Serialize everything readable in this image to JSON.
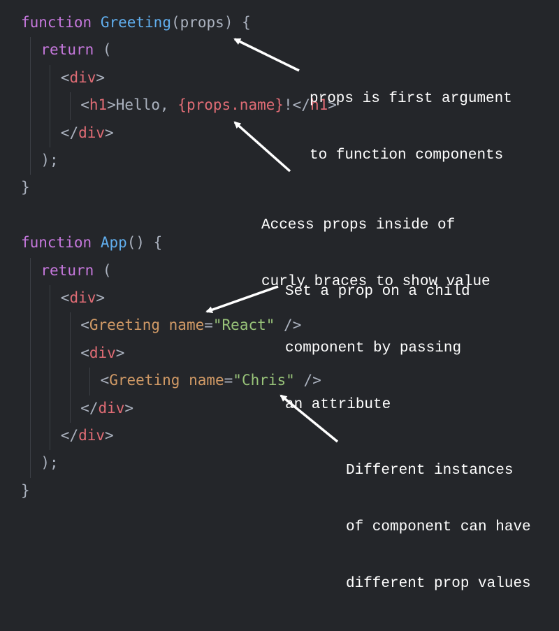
{
  "colors": {
    "background": "#24262a",
    "plain": "#abb2bf",
    "keyword": "#c678dd",
    "function_name": "#61afef",
    "tag": "#e06c75",
    "attribute": "#d19a66",
    "string": "#98c379",
    "annotation": "#ffffff",
    "indent_guide": "#3c3f45"
  },
  "code": [
    {
      "indent": 0,
      "tokens": [
        {
          "t": "function",
          "k": "keyword"
        },
        {
          "t": " ",
          "k": "plain"
        },
        {
          "t": "Greeting",
          "k": "function_name"
        },
        {
          "t": "(props) {",
          "k": "plain"
        }
      ]
    },
    {
      "indent": 1,
      "tokens": [
        {
          "t": "return",
          "k": "keyword"
        },
        {
          "t": " (",
          "k": "plain"
        }
      ]
    },
    {
      "indent": 2,
      "tokens": [
        {
          "t": "<",
          "k": "plain"
        },
        {
          "t": "div",
          "k": "tag"
        },
        {
          "t": ">",
          "k": "plain"
        }
      ]
    },
    {
      "indent": 3,
      "tokens": [
        {
          "t": "<",
          "k": "plain"
        },
        {
          "t": "h1",
          "k": "tag"
        },
        {
          "t": ">Hello, ",
          "k": "plain"
        },
        {
          "t": "{props.name}",
          "k": "tag"
        },
        {
          "t": "!</",
          "k": "plain"
        },
        {
          "t": "h1",
          "k": "tag"
        },
        {
          "t": ">",
          "k": "plain"
        }
      ]
    },
    {
      "indent": 2,
      "tokens": [
        {
          "t": "</",
          "k": "plain"
        },
        {
          "t": "div",
          "k": "tag"
        },
        {
          "t": ">",
          "k": "plain"
        }
      ]
    },
    {
      "indent": 1,
      "tokens": [
        {
          "t": ");",
          "k": "plain"
        }
      ]
    },
    {
      "indent": 0,
      "tokens": [
        {
          "t": "}",
          "k": "plain"
        }
      ]
    },
    {
      "indent": 0,
      "tokens": []
    },
    {
      "indent": 0,
      "tokens": [
        {
          "t": "function",
          "k": "keyword"
        },
        {
          "t": " ",
          "k": "plain"
        },
        {
          "t": "App",
          "k": "function_name"
        },
        {
          "t": "() {",
          "k": "plain"
        }
      ]
    },
    {
      "indent": 1,
      "tokens": [
        {
          "t": "return",
          "k": "keyword"
        },
        {
          "t": " (",
          "k": "plain"
        }
      ]
    },
    {
      "indent": 2,
      "tokens": [
        {
          "t": "<",
          "k": "plain"
        },
        {
          "t": "div",
          "k": "tag"
        },
        {
          "t": ">",
          "k": "plain"
        }
      ]
    },
    {
      "indent": 3,
      "tokens": [
        {
          "t": "<",
          "k": "plain"
        },
        {
          "t": "Greeting",
          "k": "attribute"
        },
        {
          "t": " ",
          "k": "plain"
        },
        {
          "t": "name",
          "k": "attribute"
        },
        {
          "t": "=",
          "k": "plain"
        },
        {
          "t": "\"React\"",
          "k": "string"
        },
        {
          "t": " />",
          "k": "plain"
        }
      ]
    },
    {
      "indent": 3,
      "tokens": [
        {
          "t": "<",
          "k": "plain"
        },
        {
          "t": "div",
          "k": "tag"
        },
        {
          "t": ">",
          "k": "plain"
        }
      ]
    },
    {
      "indent": 4,
      "tokens": [
        {
          "t": "<",
          "k": "plain"
        },
        {
          "t": "Greeting",
          "k": "attribute"
        },
        {
          "t": " ",
          "k": "plain"
        },
        {
          "t": "name",
          "k": "attribute"
        },
        {
          "t": "=",
          "k": "plain"
        },
        {
          "t": "\"Chris\"",
          "k": "string"
        },
        {
          "t": " />",
          "k": "plain"
        }
      ]
    },
    {
      "indent": 3,
      "tokens": [
        {
          "t": "</",
          "k": "plain"
        },
        {
          "t": "div",
          "k": "tag"
        },
        {
          "t": ">",
          "k": "plain"
        }
      ]
    },
    {
      "indent": 2,
      "tokens": [
        {
          "t": "</",
          "k": "plain"
        },
        {
          "t": "div",
          "k": "tag"
        },
        {
          "t": ">",
          "k": "plain"
        }
      ]
    },
    {
      "indent": 1,
      "tokens": [
        {
          "t": ");",
          "k": "plain"
        }
      ]
    },
    {
      "indent": 0,
      "tokens": [
        {
          "t": "}",
          "k": "plain"
        }
      ]
    }
  ],
  "annotations": {
    "props_argument": [
      "props is first argument",
      "to function components"
    ],
    "access_props": [
      "Access props inside of",
      "curly braces to show value"
    ],
    "set_prop": [
      "Set a prop on a child",
      "component by passing",
      "an attribute"
    ],
    "instances": [
      "Different instances",
      "of component can have",
      "different prop values"
    ]
  }
}
